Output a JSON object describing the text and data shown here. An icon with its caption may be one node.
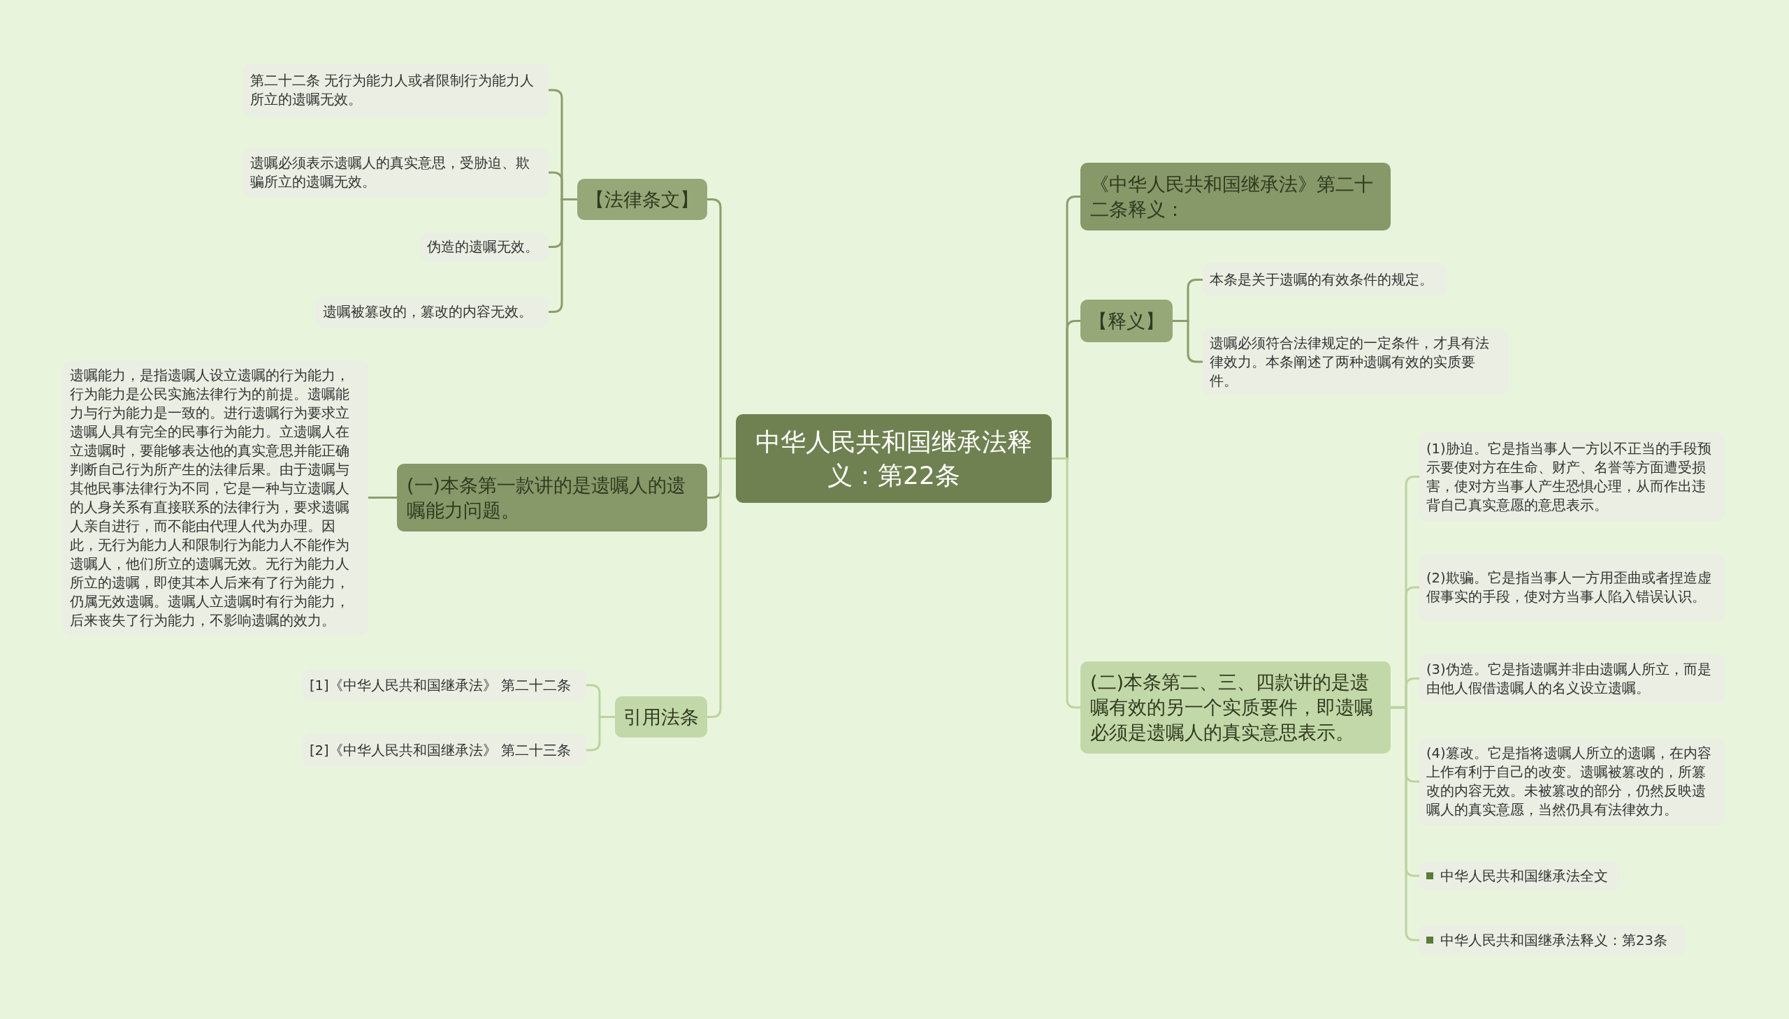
{
  "diagram": {
    "nodes": [
      {
        "text": [
          "中华人民共和国继承法释义：第22条"
        ]
      },
      {
        "text": [
          "【法律条文】"
        ]
      },
      {
        "text": [
          "第二十二条 无行为能力人或者限制行为能力人所立的遗嘱无效。"
        ]
      },
      {
        "text": [
          "遗嘱必须表示遗嘱人的真实意思，受胁迫、欺骗所立的遗嘱无效。"
        ]
      },
      {
        "text": [
          "伪造的遗嘱无效。"
        ]
      },
      {
        "text": [
          "遗嘱被篡改的，篡改的内容无效。"
        ]
      },
      {
        "text": [
          "(一)本条第一款讲的是遗嘱人的遗嘱能力问题。"
        ]
      },
      {
        "text": [
          "遗嘱能力，是指遗嘱人设立遗嘱的行为能力，行为能力是公民实施法律行为的前提。遗嘱能力与行为能力是一致的。进行遗嘱行为要求立遗嘱人具有完全的民事行为能力。立遗嘱人在立遗嘱时，要能够表达他的真实意思并能正确判断自己行为所产生的法律后果。由于遗嘱与其他民事法律行为不同，它是一种与立遗嘱人的人身关系有直接联系的法律行为，要求遗嘱人亲自进行，而不能由代理人代为办理。因此，无行为能力人和限制行为能力人不能作为遗嘱人，他们所立的遗嘱无效。无行为能力人所立的遗嘱，即使其本人后来有了行为能力，仍属无效遗嘱。遗嘱人立遗嘱时有行为能力，后来丧失了行为能力，不影响遗嘱的效力。"
        ]
      },
      {
        "text": [
          "引用法条"
        ]
      },
      {
        "text": [
          "[1]《中华人民共和国继承法》 第二十二条"
        ]
      },
      {
        "text": [
          "[2]《中华人民共和国继承法》 第二十三条"
        ]
      },
      {
        "text": [
          "《中华人民共和国继承法》第二十二条释义："
        ]
      },
      {
        "text": [
          "【释义】"
        ]
      },
      {
        "text": [
          "本条是关于遗嘱的有效条件的规定。"
        ]
      },
      {
        "text": [
          "遗嘱必须符合法律规定的一定条件，才具有法律效力。本条阐述了两种遗嘱有效的实质要件。"
        ]
      },
      {
        "text": [
          "(二)本条第二、三、四款讲的是遗嘱有效的另一个实质要件，即遗嘱必须是遗嘱人的真实意思表示。"
        ]
      },
      {
        "text": [
          "(1)胁迫。它是指当事人一方以不正当的手段预示要使对方在生命、财产、名誉等方面遭受损害，使对方当事人产生恐惧心理，从而作出违背自己真实意愿的意思表示。"
        ]
      },
      {
        "text": [
          "(2)欺骗。它是指当事人一方用歪曲或者捏造虚假事实的手段，使对方当事人陷入错误认识。"
        ]
      },
      {
        "text": [
          "(3)伪造。它是指遗嘱并非由遗嘱人所立，而是由他人假借遗嘱人的名义设立遗嘱。"
        ]
      },
      {
        "text": [
          "(4)篡改。它是指将遗嘱人所立的遗嘱，在内容上作有利于自己的改变。遗嘱被篡改的，所篡改的内容无效。未被篡改的部分，仍然反映遗嘱人的真实意愿，当然仍具有法律效力。"
        ]
      },
      {
        "text": [
          "中华人民共和国继承法全文"
        ]
      },
      {
        "text": [
          "中华人民共和国继承法释义：第23条"
        ]
      }
    ],
    "edges": [
      {
        "from": 0,
        "to": 1,
        "arrow": "none"
      },
      {
        "from": 1,
        "to": 2,
        "arrow": "none"
      },
      {
        "from": 1,
        "to": 3,
        "arrow": "none"
      },
      {
        "from": 1,
        "to": 4,
        "arrow": "none"
      },
      {
        "from": 1,
        "to": 5,
        "arrow": "none"
      },
      {
        "from": 0,
        "to": 6,
        "arrow": "none"
      },
      {
        "from": 6,
        "to": 7,
        "arrow": "none"
      },
      {
        "from": 0,
        "to": 8,
        "arrow": "none",
        "color": "#bcd3a0"
      },
      {
        "from": 8,
        "to": 9,
        "arrow": "none",
        "color": "#bcd3a0"
      },
      {
        "from": 8,
        "to": 10,
        "arrow": "none",
        "color": "#bcd3a0"
      },
      {
        "from": 0,
        "to": 11,
        "arrow": "none"
      },
      {
        "from": 0,
        "to": 12,
        "arrow": "none"
      },
      {
        "from": 12,
        "to": 13,
        "arrow": "none"
      },
      {
        "from": 12,
        "to": 14,
        "arrow": "none"
      },
      {
        "from": 0,
        "to": 15,
        "arrow": "none",
        "color": "#bcd3a0"
      },
      {
        "from": 15,
        "to": 16,
        "arrow": "none",
        "color": "#bcd3a0"
      },
      {
        "from": 15,
        "to": 17,
        "arrow": "none",
        "color": "#bcd3a0"
      },
      {
        "from": 15,
        "to": 18,
        "arrow": "none",
        "color": "#bcd3a0"
      },
      {
        "from": 15,
        "to": 19,
        "arrow": "none",
        "color": "#bcd3a0"
      },
      {
        "from": 15,
        "to": 20,
        "arrow": "none",
        "color": "#bcd3a0"
      },
      {
        "from": 15,
        "to": 21,
        "arrow": "none",
        "color": "#bcd3a0"
      }
    ]
  }
}
